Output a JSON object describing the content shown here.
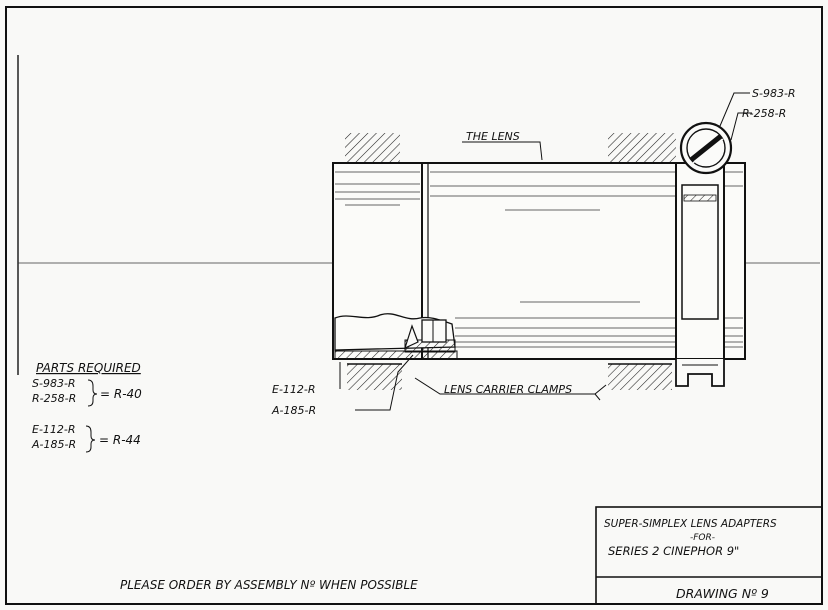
{
  "drawing": {
    "leaders": {
      "the_lens": "THE LENS",
      "screw_part": "S-983-R",
      "roller_part": "R-258-R",
      "left_part_1": "E-112-R",
      "left_part_2": "A-185-R",
      "clamps": "LENS CARRIER CLAMPS"
    },
    "parts": {
      "heading": "PARTS REQUIRED",
      "group1_line1": "S-983-R",
      "group1_line2": "R-258-R",
      "group1_result": "= R-40",
      "group2_line1": "E-112-R",
      "group2_line2": "A-185-R",
      "group2_result": "= R-44"
    },
    "note": "PLEASE ORDER BY ASSEMBLY Nº WHEN POSSIBLE",
    "title_block": {
      "line1": "SUPER-SIMPLEX LENS ADAPTERS",
      "line2": "-FOR-",
      "line3": "SERIES 2  CINEPHOR 9\"",
      "drawing_no": "DRAWING Nº 9"
    }
  }
}
